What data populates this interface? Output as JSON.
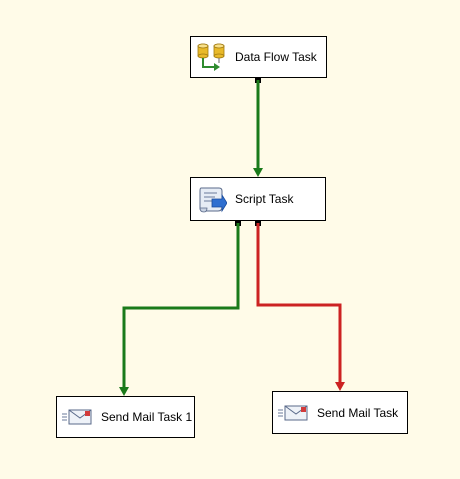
{
  "canvas": {
    "background_color": "#fffbe8"
  },
  "tasks": {
    "data_flow": {
      "label": "Data Flow Task",
      "icon": "data-flow-icon"
    },
    "script": {
      "label": "Script Task",
      "icon": "script-scroll-icon"
    },
    "send_mail_1": {
      "label": "Send Mail Task 1",
      "icon": "envelope-icon"
    },
    "send_mail_2": {
      "label": "Send Mail Task",
      "icon": "envelope-icon"
    }
  },
  "precedence_constraints": [
    {
      "from": "Data Flow Task",
      "to": "Script Task",
      "kind": "success",
      "color": "#1a7a1a"
    },
    {
      "from": "Script Task",
      "to": "Send Mail Task 1",
      "kind": "success",
      "color": "#1a7a1a"
    },
    {
      "from": "Script Task",
      "to": "Send Mail Task",
      "kind": "failure",
      "color": "#cc2222"
    }
  ]
}
